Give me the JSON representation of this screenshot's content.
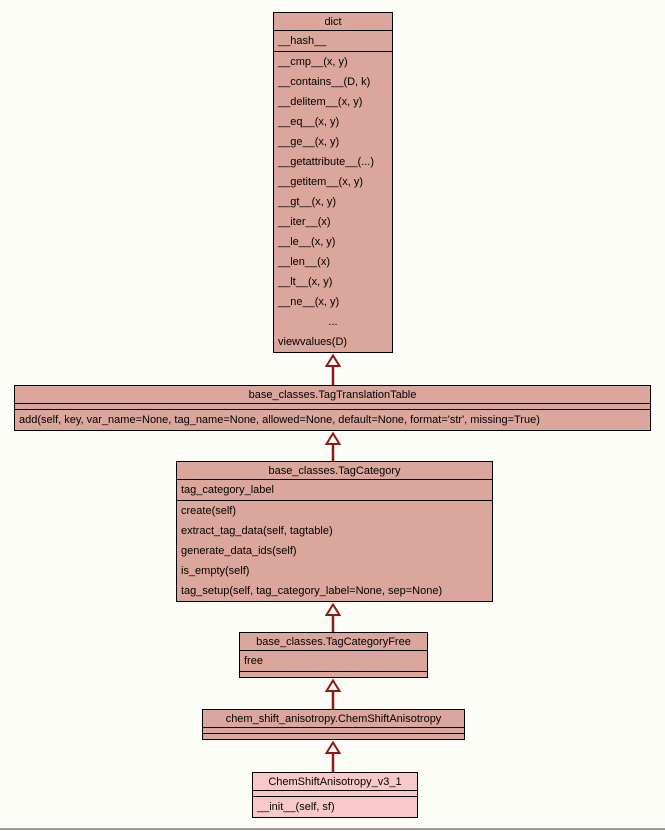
{
  "colors": {
    "background": "#fdfdf8",
    "class_fill": "#dba69b",
    "highlighted_class_fill": "#f9c8c8",
    "box_border": "#000000",
    "inheritance_arrow": "#8e1818",
    "page_edge": "#9b9b9b"
  },
  "classes": [
    {
      "title": "dict",
      "attributes": [
        "__hash__"
      ],
      "methods": [
        "__cmp__(x, y)",
        "__contains__(D, k)",
        "__delitem__(x, y)",
        "__eq__(x, y)",
        "__ge__(x, y)",
        "__getattribute__(...)",
        "__getitem__(x, y)",
        "__gt__(x, y)",
        "__iter__(x)",
        "__le__(x, y)",
        "__len__(x)",
        "__lt__(x, y)",
        "__ne__(x, y)",
        "...",
        "viewvalues(D)"
      ]
    },
    {
      "title": "base_classes.TagTranslationTable",
      "attributes": [],
      "methods": [
        "add(self, key, var_name=None, tag_name=None, allowed=None, default=None, format='str', missing=True)"
      ]
    },
    {
      "title": "base_classes.TagCategory",
      "attributes": [
        "tag_category_label"
      ],
      "methods": [
        "create(self)",
        "extract_tag_data(self, tagtable)",
        "generate_data_ids(self)",
        "is_empty(self)",
        "tag_setup(self, tag_category_label=None, sep=None)"
      ]
    },
    {
      "title": "base_classes.TagCategoryFree",
      "attributes": [
        "free"
      ],
      "methods": []
    },
    {
      "title": "chem_shift_anisotropy.ChemShiftAnisotropy",
      "attributes": [],
      "methods": []
    },
    {
      "title": "ChemShiftAnisotropy_v3_1",
      "attributes": [],
      "methods": [
        "__init__(self, sf)"
      ]
    }
  ],
  "relationships": [
    {
      "child": "base_classes.TagTranslationTable",
      "parent": "dict",
      "type": "inheritance"
    },
    {
      "child": "base_classes.TagCategory",
      "parent": "base_classes.TagTranslationTable",
      "type": "inheritance"
    },
    {
      "child": "base_classes.TagCategoryFree",
      "parent": "base_classes.TagCategory",
      "type": "inheritance"
    },
    {
      "child": "chem_shift_anisotropy.ChemShiftAnisotropy",
      "parent": "base_classes.TagCategoryFree",
      "type": "inheritance"
    },
    {
      "child": "ChemShiftAnisotropy_v3_1",
      "parent": "chem_shift_anisotropy.ChemShiftAnisotropy",
      "type": "inheritance"
    }
  ]
}
